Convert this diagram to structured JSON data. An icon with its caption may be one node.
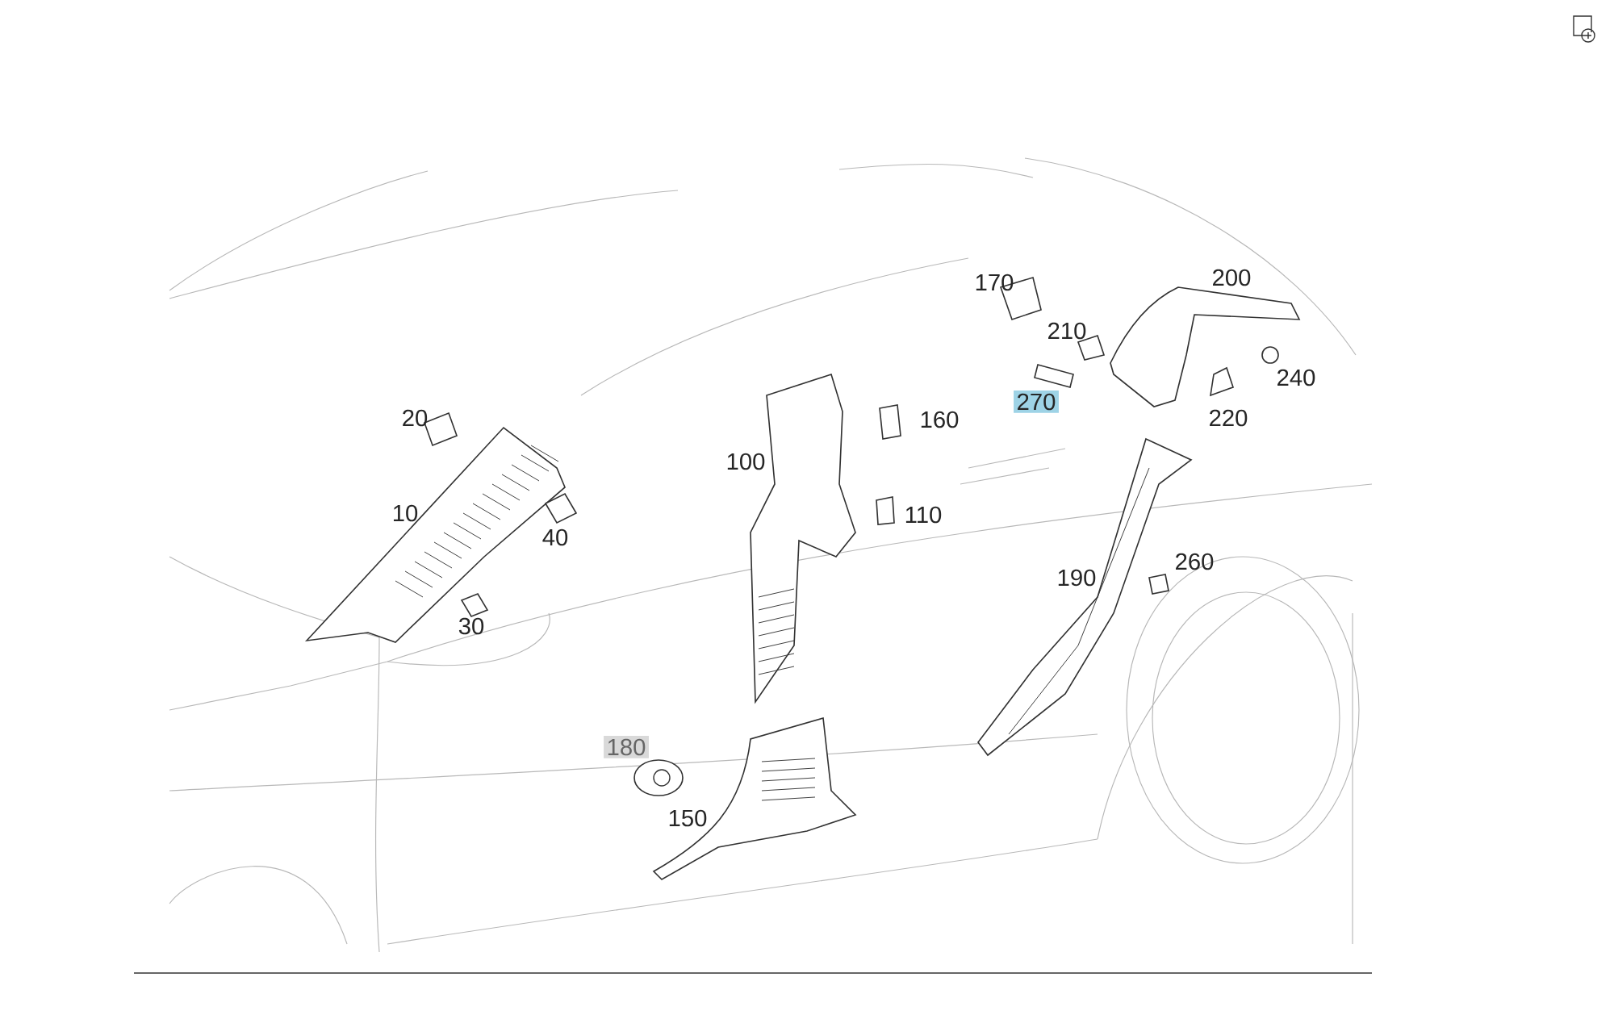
{
  "diagram": {
    "labels": [
      "170",
      "200",
      "210",
      "240",
      "20",
      "160",
      "270",
      "220",
      "100",
      "10",
      "110",
      "40",
      "260",
      "190",
      "30",
      "180",
      "150"
    ]
  }
}
